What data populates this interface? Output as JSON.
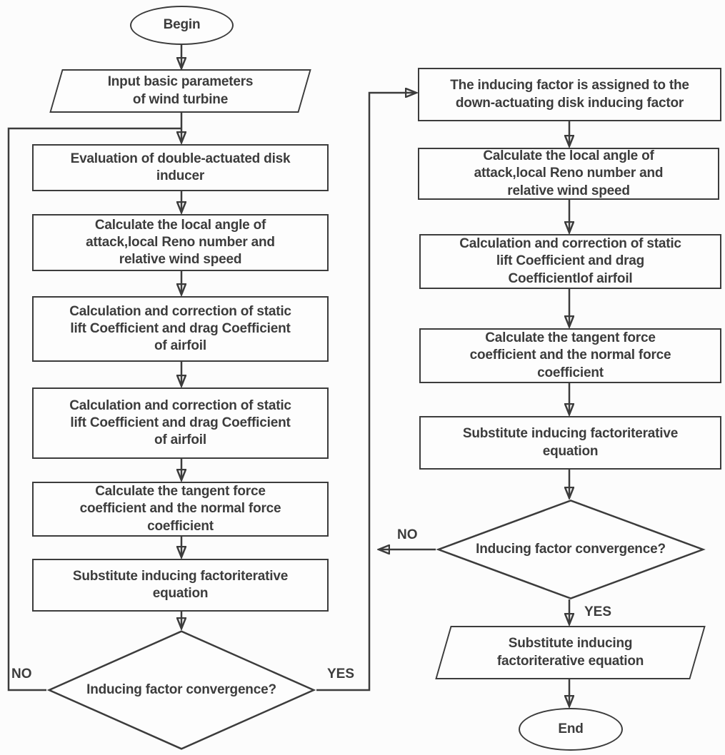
{
  "nodes": {
    "begin": {
      "label": "Begin"
    },
    "input": {
      "label": "Input basic parameters\nof wind turbine"
    },
    "l1": {
      "label": "Evaluation of double-actuated disk\ninducer"
    },
    "l2": {
      "label": "Calculate the local angle of\nattack,local Reno number and\nrelative wind speed"
    },
    "l3": {
      "label": "Calculation and correction of static\nlift Coefficient and drag Coefficient\nof airfoil"
    },
    "l4": {
      "label": "Calculation and correction of static\nlift Coefficient and drag Coefficient\nof airfoil"
    },
    "l5": {
      "label": "Calculate the tangent force\ncoefficient and the normal force\ncoefficient"
    },
    "l6": {
      "label": "Substitute inducing factoriterative\nequation"
    },
    "l_decision": {
      "label": "Inducing factor convergence?"
    },
    "r1": {
      "label": "The inducing factor is assigned to the\ndown-actuating disk inducing factor"
    },
    "r2": {
      "label": "Calculate the local angle of\nattack,local Reno number and\nrelative wind speed"
    },
    "r3": {
      "label": "Calculation and correction of static\nlift Coefficient and drag\nCoefficientlof airfoil"
    },
    "r4": {
      "label": "Calculate the tangent force\ncoefficient and the normal force\ncoefficient"
    },
    "r5": {
      "label": "Substitute inducing factoriterative\nequation"
    },
    "r_decision": {
      "label": "Inducing factor convergence?"
    },
    "r_output": {
      "label": "Substitute inducing\nfactoriterative equation"
    },
    "end": {
      "label": "End"
    }
  },
  "edges": {
    "left_no": "NO",
    "left_yes": "YES",
    "right_no": "NO",
    "right_yes": "YES"
  },
  "colors": {
    "line": "#3c3c3c",
    "background": "#fcfcfc",
    "node_fill": "#fdfdfd"
  }
}
